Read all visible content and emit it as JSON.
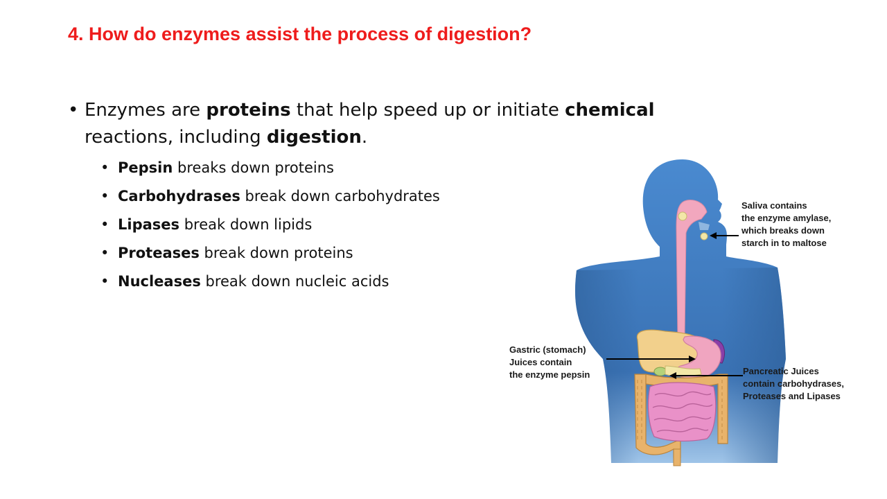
{
  "slide": {
    "title": "4. How do enzymes assist the process of digestion?",
    "main_bullet": {
      "parts": [
        {
          "text": "Enzymes are ",
          "bold": false
        },
        {
          "text": "proteins",
          "bold": true
        },
        {
          "text": " that help speed up or initiate ",
          "bold": false
        },
        {
          "text": "chemical",
          "bold": true
        },
        {
          "text": " reactions, including ",
          "bold": false
        },
        {
          "text": "digestion",
          "bold": true
        },
        {
          "text": ".",
          "bold": false
        }
      ]
    },
    "sub_bullets": [
      {
        "term": "Pepsin",
        "rest": " breaks down proteins"
      },
      {
        "term": "Carbohydrases",
        "rest": " break down carbohydrates"
      },
      {
        "term": "Lipases",
        "rest": " break down lipids"
      },
      {
        "term": "Proteases",
        "rest": " break down proteins"
      },
      {
        "term": "Nucleases",
        "rest": " break down nucleic acids"
      }
    ]
  },
  "figure": {
    "saliva_label": "Saliva contains\nthe enzyme amylase,\nwhich breaks down\nstarch in to maltose",
    "gastric_label": "Gastric (stomach)\nJuices contain\nthe enzyme pepsin",
    "pancreatic_label": "Pancreatic Juices\ncontain carbohydrases,\nProteases and Lipases"
  },
  "colors": {
    "title": "#ee1c1c",
    "body_blue": "#3f7fc2",
    "esophagus_pink": "#f2a7be",
    "liver": "#f2d08c",
    "intestine": "#e991c8",
    "colon": "#e8b36b"
  }
}
